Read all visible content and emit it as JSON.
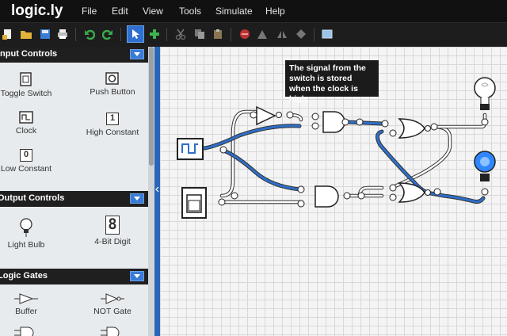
{
  "app": {
    "name": "logic.ly"
  },
  "menu": [
    {
      "label": "File"
    },
    {
      "label": "Edit"
    },
    {
      "label": "View"
    },
    {
      "label": "Tools"
    },
    {
      "label": "Simulate"
    },
    {
      "label": "Help"
    }
  ],
  "toolbar": {
    "icons": [
      "new-icon",
      "open-icon",
      "save-icon",
      "print-icon",
      "undo-icon",
      "redo-icon",
      "select-icon",
      "add-icon",
      "cut-icon",
      "copy-icon",
      "paste-icon",
      "delete-icon",
      "align-icon",
      "flip-icon",
      "rotate-icon",
      "image-icon"
    ]
  },
  "sidebar": {
    "sections": [
      {
        "title": "Input Controls",
        "items": [
          {
            "label": "Toggle Switch",
            "icon": "toggle-switch-icon"
          },
          {
            "label": "Push Button",
            "icon": "push-button-icon"
          },
          {
            "label": "Clock",
            "icon": "clock-icon"
          },
          {
            "label": "High Constant",
            "icon": "high-constant-icon",
            "glyph": "1"
          },
          {
            "label": "Low Constant",
            "icon": "low-constant-icon",
            "glyph": "0"
          }
        ]
      },
      {
        "title": "Output Controls",
        "items": [
          {
            "label": "Light Bulb",
            "icon": "light-bulb-icon"
          },
          {
            "label": "4-Bit Digit",
            "icon": "digit-icon",
            "glyph": "8"
          }
        ]
      },
      {
        "title": "Logic Gates",
        "items": [
          {
            "label": "Buffer",
            "icon": "buffer-icon"
          },
          {
            "label": "NOT Gate",
            "icon": "not-gate-icon"
          }
        ]
      }
    ]
  },
  "canvas": {
    "note": "The signal from the switch is stored when the clock is high.",
    "colors": {
      "wire_on": "#2e6fc9",
      "wire_off": "#ffffff",
      "outline": "#222222",
      "bulb_on": "#2f86ff"
    }
  }
}
